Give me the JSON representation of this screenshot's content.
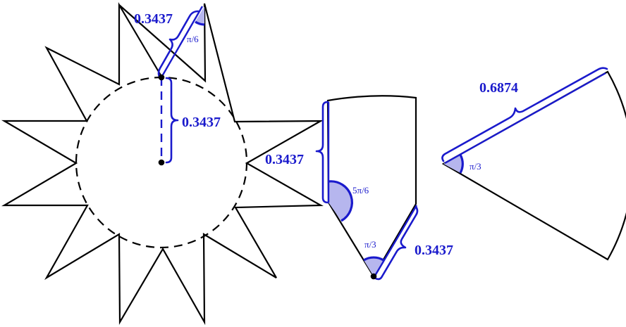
{
  "labels": {
    "star_spike_side": "0.3437",
    "star_spike_angle": "π/6",
    "star_radius": "0.3437",
    "net_side": "0.3437",
    "net_obtuse_angle": "5π/6",
    "net_apex_angle": "π/3",
    "net_slant": "0.3437",
    "sector_radius": "0.6874",
    "sector_angle": "π/3"
  },
  "colors": {
    "annotation": "#1a1acc",
    "angle_fill": "#b6b6ee",
    "outline": "#000000"
  }
}
